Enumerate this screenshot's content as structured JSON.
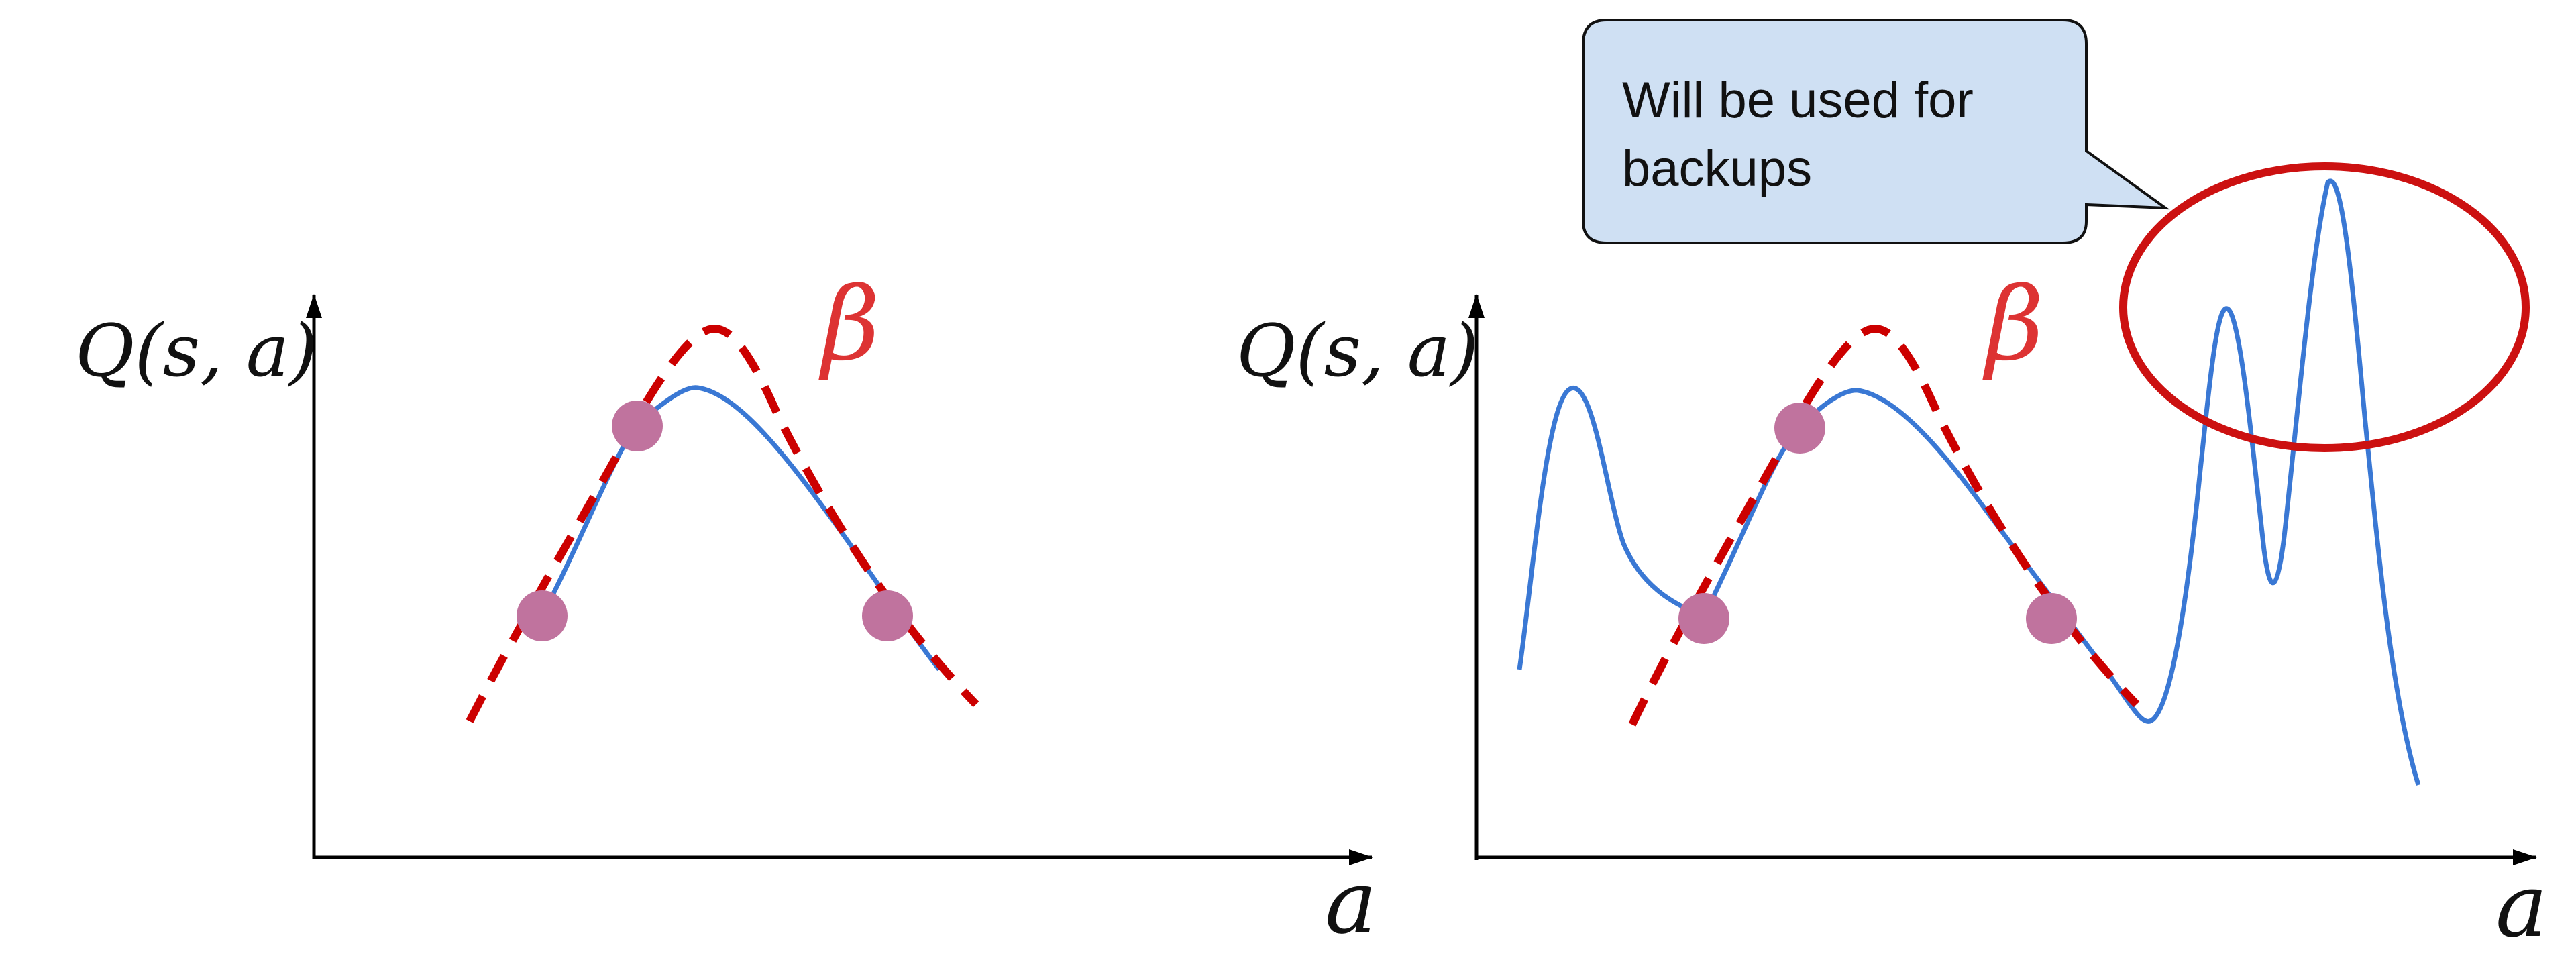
{
  "left_panel": {
    "y_label": "Q(s, a)",
    "x_label": "a",
    "beta_label": "β"
  },
  "right_panel": {
    "y_label": "Q(s, a)",
    "x_label": "a",
    "beta_label": "β"
  },
  "callout": {
    "line1": "Will be used for",
    "line2": "backups"
  },
  "colors": {
    "q_curve": "#3a78d4",
    "beta_curve": "#cc0000",
    "data_point": "#c0739e",
    "callout_fill": "#cfe0f3",
    "highlight_ellipse": "#cc0000",
    "axis": "#000000"
  }
}
